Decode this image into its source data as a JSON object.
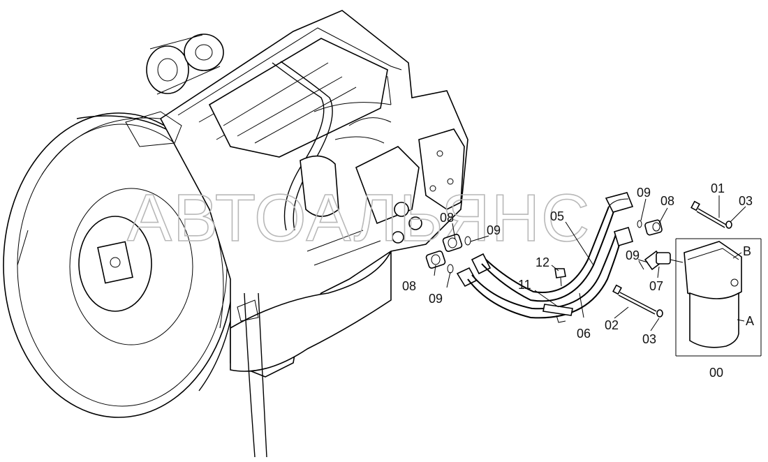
{
  "watermark": "АВТОАЛЬЯНС",
  "labels": {
    "l00": "00",
    "l01": "01",
    "l02": "02",
    "l03a": "03",
    "l03b": "03",
    "l05": "05",
    "l06": "06",
    "l07": "07",
    "l08a": "08",
    "l08b": "08",
    "l08c": "08",
    "l09a": "09",
    "l09b": "09",
    "l09c": "09",
    "l09d": "09",
    "l11": "11",
    "l12": "12",
    "lA": "A",
    "lB": "B"
  },
  "colors": {
    "line": "#000000",
    "watermark": "#b8b8b8",
    "background": "#ffffff"
  }
}
